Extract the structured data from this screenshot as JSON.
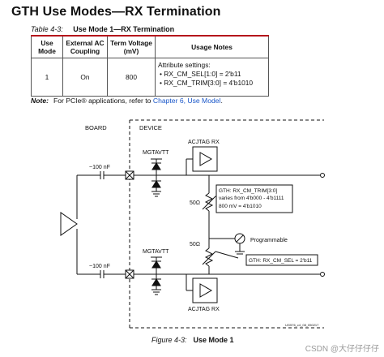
{
  "page": {
    "title": "GTH Use Modes—RX Termination",
    "table_caption_num": "Table 4-3:",
    "table_caption_title": "Use Mode 1—RX Termination"
  },
  "table": {
    "headers": [
      "Use Mode",
      "External AC Coupling",
      "Term Voltage (mV)",
      "Usage Notes"
    ],
    "row": {
      "use_mode": "1",
      "coupling": "On",
      "term_voltage": "800",
      "notes_title": "Attribute settings:",
      "notes": [
        "RX_CM_SEL[1:0] = 2'b11",
        "RX_CM_TRIM[3:0] = 4'b1010"
      ]
    }
  },
  "note": {
    "label": "Note:",
    "text_before": "For PCIe® applications, refer to ",
    "link": "Chapter 6, Use Model",
    "text_after": "."
  },
  "figure": {
    "board_label": "BOARD",
    "device_label": "DEVICE",
    "mgtavtt_top": "MGTAVTT",
    "mgtavtt_bottom": "MGTAVTT",
    "acjtag_top": "ACJTAG RX",
    "acjtag_bottom": "ACJTAG RX",
    "cap_top": "~100 nF",
    "cap_bottom": "~100 nF",
    "res_top": "50Ω",
    "res_bottom": "50Ω",
    "trim_box": [
      "GTH: RX_CM_TRIM[3:0]",
      "varies from 4'b000 - 4'b1111",
      "800 mV = 4'b1010"
    ],
    "programmable_label": "Programmable",
    "sel_box": "GTH: RX_CM_SEL = 2'b11",
    "figure_id": "UG576_c4_08_050217",
    "caption_num": "Figure 4-3:",
    "caption_title": "Use Mode 1"
  },
  "watermark": "CSDN @大仔仔仔仔",
  "colors": {
    "rule": "#b5121b",
    "link": "#1a57c9"
  }
}
